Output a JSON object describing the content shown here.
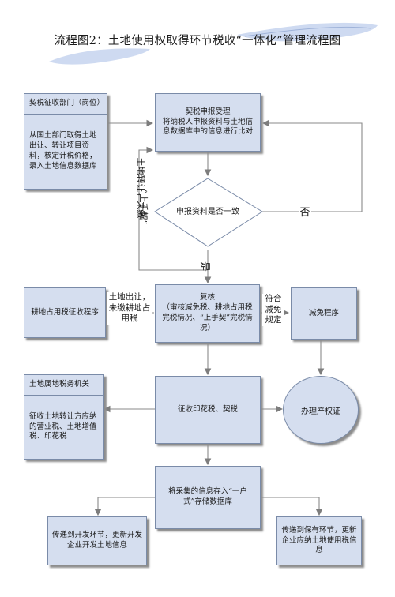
{
  "title": "流程图2：土地使用权取得环节税收“一体化”管理流程图",
  "nodes": {
    "deed_dept_head": "契税征收部门（岗位）",
    "deed_dept_body": "从国土部门取得土地出让、转让项目资料，核定计税价格，录入土地信息数据库",
    "deed_accept": "契税申报受理\n将纳税人申报资料与土地信息数据库中的信息进行比对",
    "decision": "申报资料是否一致",
    "review": "复核\n（审核减免税、耕地占用税完税情况、“上手契”完税情况）",
    "farmland_tax": "耕地占用税征收程序",
    "exemption": "减免程序",
    "local_tax_head": "土地属地税务机关",
    "local_tax_body": "征收土地转让方应纳的营业税、土地增值税、印花税",
    "stamp_deed": "征收印花税、契税",
    "property_cert": "办理产权证",
    "store_db": "将采集的信息存入“一户式”存储数据库",
    "to_dev": "传递到开发环节，更新开发企业开发土地信息",
    "to_hold": "传递到保有环节，更新企业应纳土地使用税信息"
  },
  "edge_labels": {
    "no": "否",
    "yes": "是",
    "transfer_unpaid": "土地转让，未缴",
    "upper_deed": "“上手契”",
    "farmland_unpaid": "土地出让，未缴耕地占用税",
    "eligible_exemption": "符合减免规定"
  }
}
